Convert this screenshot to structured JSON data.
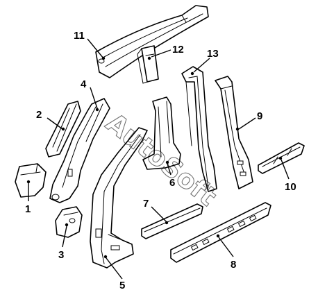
{
  "watermark": "AutoSoft",
  "colors": {
    "line": "#000000",
    "background": "#ffffff"
  },
  "callouts": [
    {
      "id": "1",
      "label": "1"
    },
    {
      "id": "2",
      "label": "2"
    },
    {
      "id": "3",
      "label": "3"
    },
    {
      "id": "4",
      "label": "4"
    },
    {
      "id": "5",
      "label": "5"
    },
    {
      "id": "6",
      "label": "6"
    },
    {
      "id": "7",
      "label": "7"
    },
    {
      "id": "8",
      "label": "8"
    },
    {
      "id": "9",
      "label": "9"
    },
    {
      "id": "10",
      "label": "10"
    },
    {
      "id": "11",
      "label": "11"
    },
    {
      "id": "12",
      "label": "12"
    },
    {
      "id": "13",
      "label": "13"
    }
  ]
}
